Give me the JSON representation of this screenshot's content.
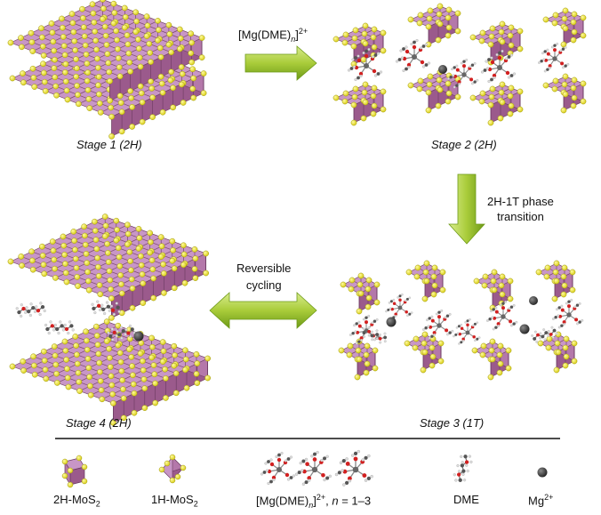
{
  "colors": {
    "slab_top": "#c896c6",
    "slab_side": "#9b5a8c",
    "slab_dark": "#6d3d63",
    "sulfur": "#f2ea2a",
    "sulfur_edge": "#a09a10",
    "arrow_light": "#c8e07a",
    "arrow_dark": "#7da81e",
    "mg_ion": "#444444",
    "oxygen": "#d22020",
    "carbon": "#555555",
    "hydrogen": "#dddddd"
  },
  "transitions": {
    "stage1_to_2": {
      "label_main": "[Mg(DME)",
      "label_sub": "n",
      "label_close": "]",
      "label_sup": "2+"
    },
    "stage2_to_3": {
      "line1": "2H-1T phase",
      "line2": "transition"
    },
    "stage3_to_4": {
      "line1": "Reversible",
      "line2": "cycling"
    }
  },
  "stages": [
    {
      "id": "stage1",
      "label": "Stage 1 (2H)"
    },
    {
      "id": "stage2",
      "label": "Stage 2 (2H)"
    },
    {
      "id": "stage3",
      "label": "Stage 3 (1T)"
    },
    {
      "id": "stage4",
      "label": "Stage 4 (2H)"
    }
  ],
  "legend": {
    "items": [
      {
        "id": "2h",
        "main": "2H-MoS",
        "sub": "2",
        "icon": "2h-mos2-icon"
      },
      {
        "id": "1h",
        "main": "1H-MoS",
        "sub": "2",
        "icon": "1h-mos2-icon"
      },
      {
        "id": "complex",
        "main": "[Mg(DME)",
        "sub": "n",
        "close": "]",
        "sup": "2+",
        "suffix": ", ",
        "italic_n": "n",
        "tail": " = 1–3",
        "icon": "mg-dme-complex-icon"
      },
      {
        "id": "dme",
        "main": "DME",
        "icon": "dme-molecule-icon"
      },
      {
        "id": "mg",
        "main": "Mg",
        "sup": "2+",
        "icon": "mg-ion-icon"
      }
    ]
  }
}
